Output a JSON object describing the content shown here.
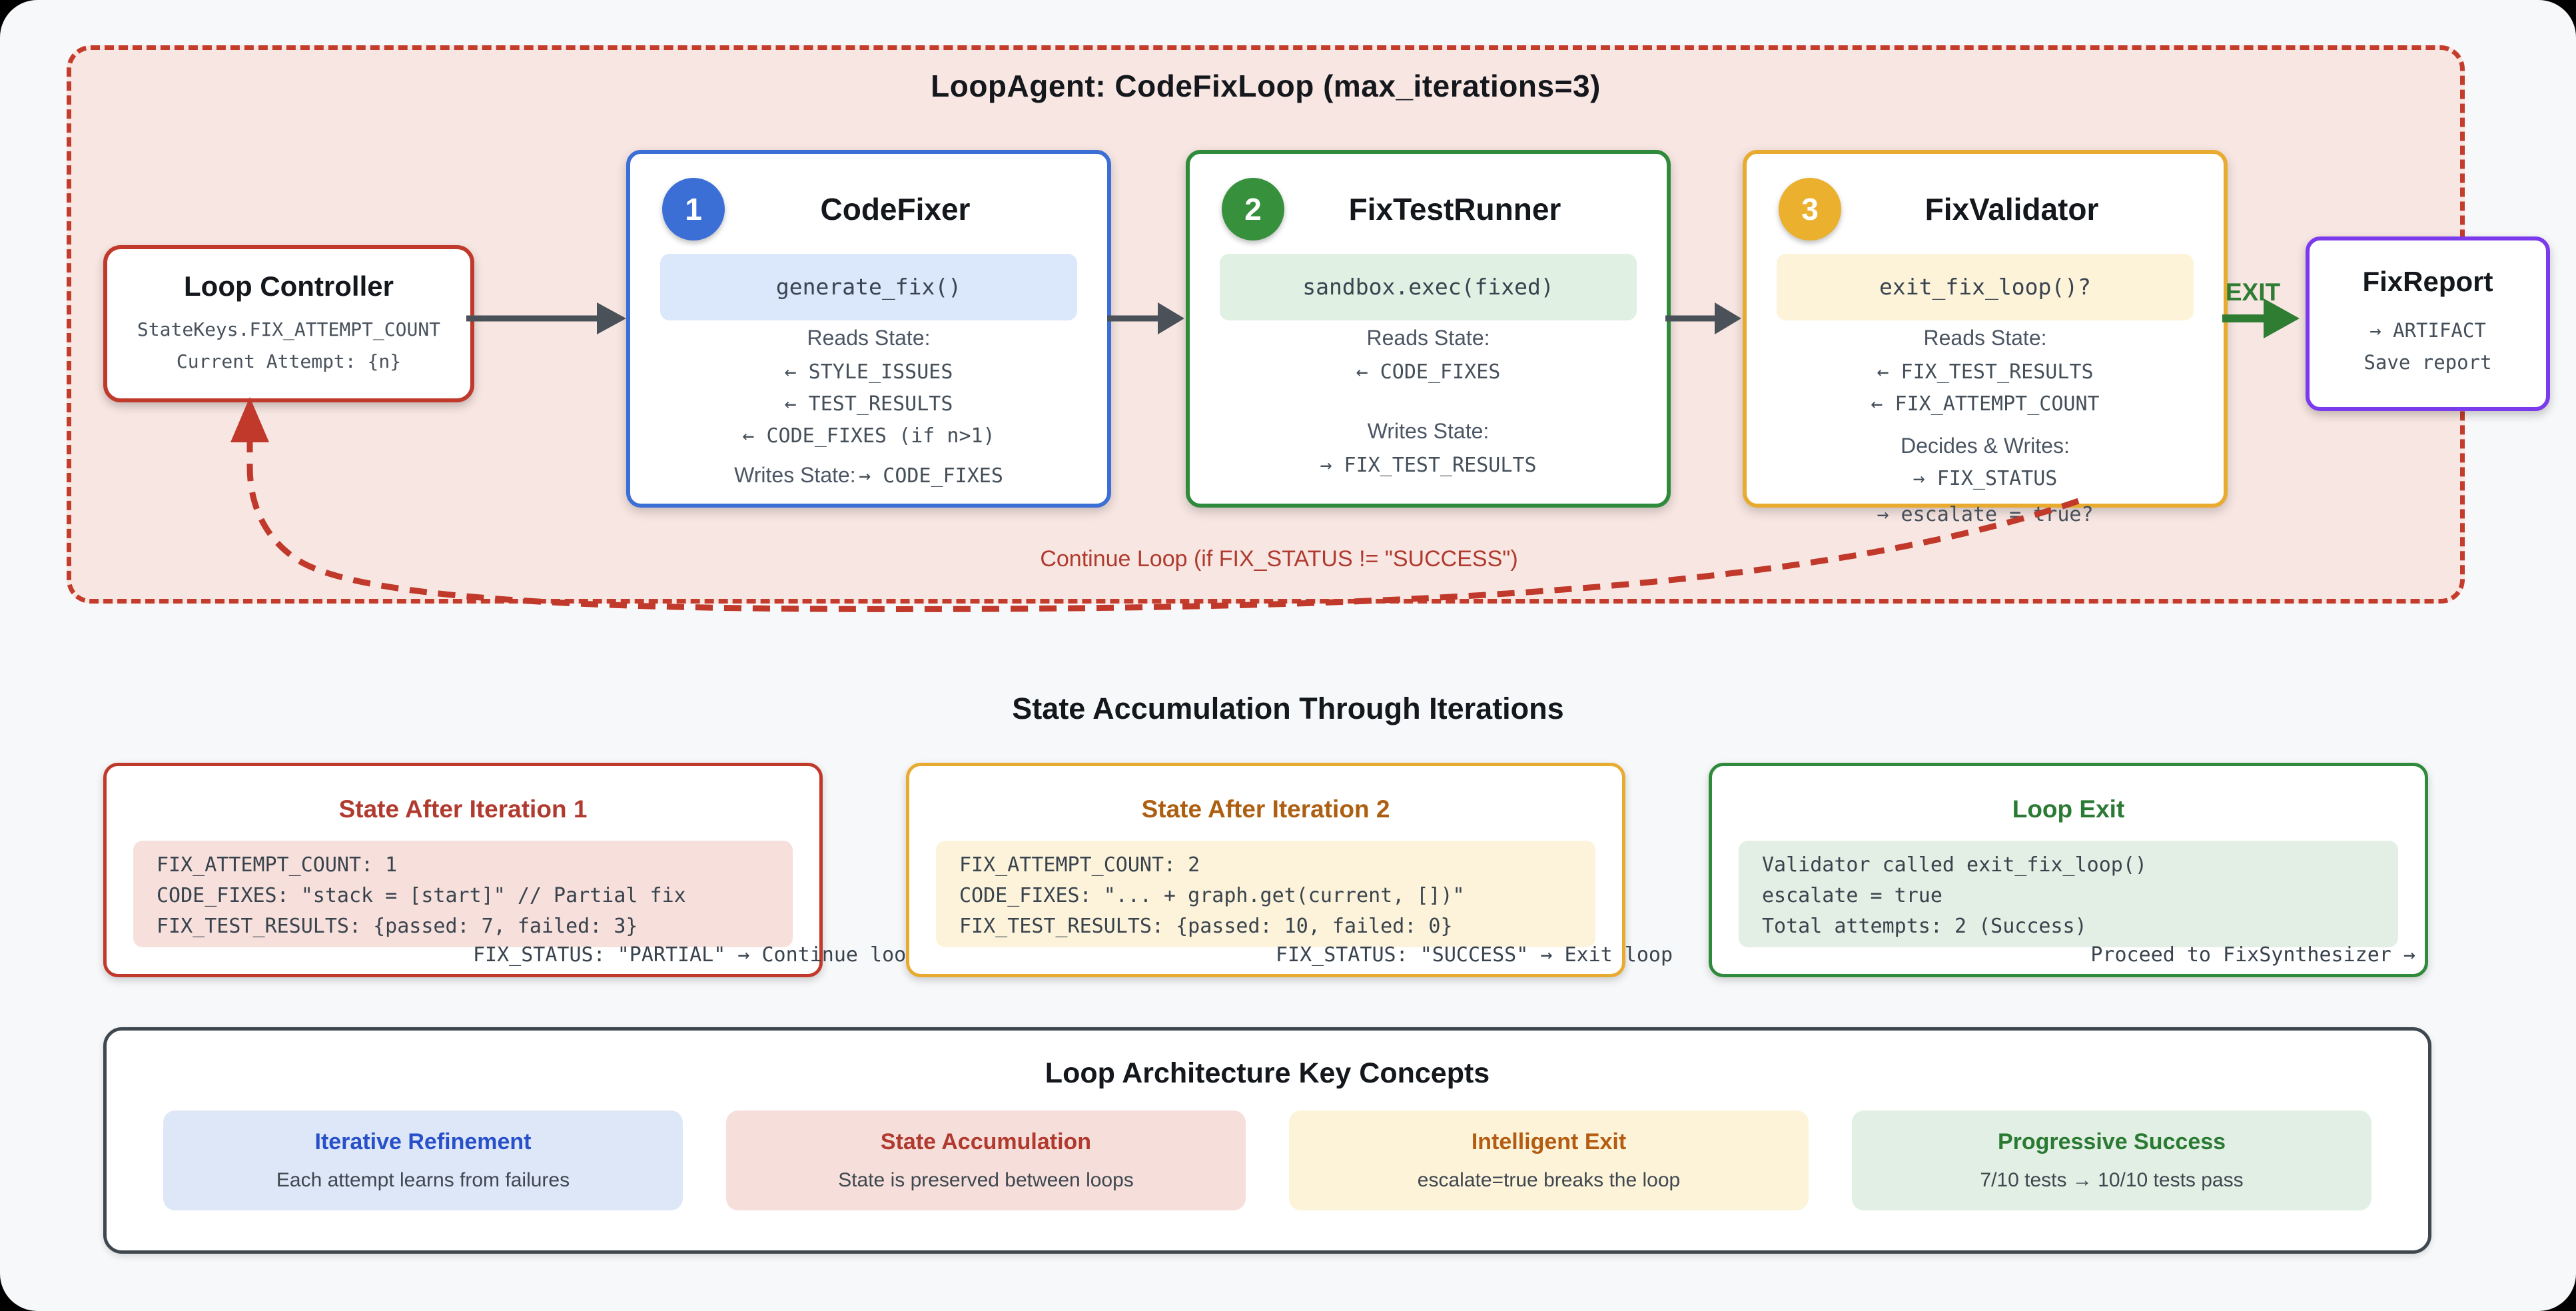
{
  "flow": {
    "title": "LoopAgent: CodeFixLoop (max_iterations=3)",
    "exit_label": "EXIT",
    "continue_label": "Continue Loop (if FIX_STATUS != \"SUCCESS\")",
    "controller": {
      "title": "Loop Controller",
      "line1": "StateKeys.FIX_ATTEMPT_COUNT",
      "line2": "Current Attempt: {n}"
    },
    "codefixer": {
      "badge": "1",
      "title": "CodeFixer",
      "code": "generate_fix()",
      "reads_heading": "Reads State:",
      "read1": "← STYLE_ISSUES",
      "read2": "← TEST_RESULTS",
      "read3": "← CODE_FIXES (if n>1)",
      "writes_label": "Writes State:",
      "writes_value": "→ CODE_FIXES"
    },
    "testrunner": {
      "badge": "2",
      "title": "FixTestRunner",
      "code": "sandbox.exec(fixed)",
      "reads_heading": "Reads State:",
      "read1": "← CODE_FIXES",
      "writes_heading": "Writes State:",
      "write1": "→ FIX_TEST_RESULTS"
    },
    "validator": {
      "badge": "3",
      "title": "FixValidator",
      "code": "exit_fix_loop()?",
      "reads_heading": "Reads State:",
      "read1": "← FIX_TEST_RESULTS",
      "read2": "← FIX_ATTEMPT_COUNT",
      "decides_heading": "Decides & Writes:",
      "write1": "→ FIX_STATUS",
      "write2": "→ escalate = true?"
    },
    "report": {
      "title": "FixReport",
      "line1": "→ ARTIFACT",
      "line2": "Save report"
    }
  },
  "states": {
    "heading": "State Accumulation Through Iterations",
    "iteration1": {
      "title": "State After Iteration 1",
      "line1": "FIX_ATTEMPT_COUNT: 1",
      "line2": "CODE_FIXES: \"stack = [start]\" // Partial fix",
      "line3": "FIX_TEST_RESULTS: {passed: 7, failed: 3}",
      "line4": "FIX_STATUS: \"PARTIAL\" → Continue loop"
    },
    "iteration2": {
      "title": "State After Iteration 2",
      "line1": "FIX_ATTEMPT_COUNT: 2",
      "line2": "CODE_FIXES: \"... + graph.get(current, [])\"",
      "line3": "FIX_TEST_RESULTS: {passed: 10, failed: 0}",
      "line4": "FIX_STATUS: \"SUCCESS\" → Exit loop"
    },
    "loopexit": {
      "title": "Loop Exit",
      "line1": "Validator called exit_fix_loop()",
      "line2": "escalate = true",
      "line3": "Total attempts: 2 (Success)",
      "line4": "Proceed to FixSynthesizer →"
    }
  },
  "concepts": {
    "title": "Loop Architecture Key Concepts",
    "cards": [
      {
        "title": "Iterative Refinement",
        "desc": "Each attempt learns from failures"
      },
      {
        "title": "State Accumulation",
        "desc": "State is preserved between loops"
      },
      {
        "title": "Intelligent Exit",
        "desc": "escalate=true breaks the loop"
      },
      {
        "title": "Progressive Success",
        "desc": "7/10 tests → 10/10 tests pass"
      }
    ]
  },
  "colors": {
    "loop_frame_border": "#c43c2c",
    "loop_frame_bg": "#f8e6e2",
    "red": "#c0392b",
    "blue": "#3b6fd6",
    "green": "#2f8a3c",
    "amber": "#e8ab30",
    "purple": "#7c3aed",
    "exit_green": "#2e7d32",
    "arrow_gray": "#4a5158"
  }
}
